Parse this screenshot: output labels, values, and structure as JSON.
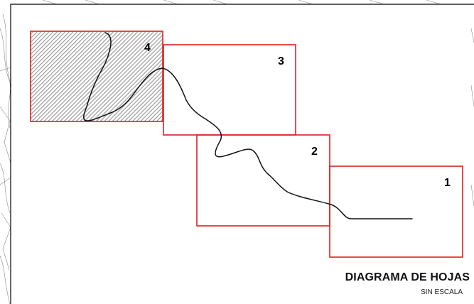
{
  "diagram": {
    "title": "DIAGRAMA DE HOJAS",
    "subtitle": "SIN ESCALA",
    "sheets": [
      {
        "label": "1"
      },
      {
        "label": "2"
      },
      {
        "label": "3"
      },
      {
        "label": "4",
        "highlighted": true
      }
    ],
    "colors": {
      "sheet_border": "#e02020",
      "frame": "#000000",
      "route": "#111111",
      "hatch": "#9a9a9a",
      "background_lines": "#777777"
    }
  }
}
